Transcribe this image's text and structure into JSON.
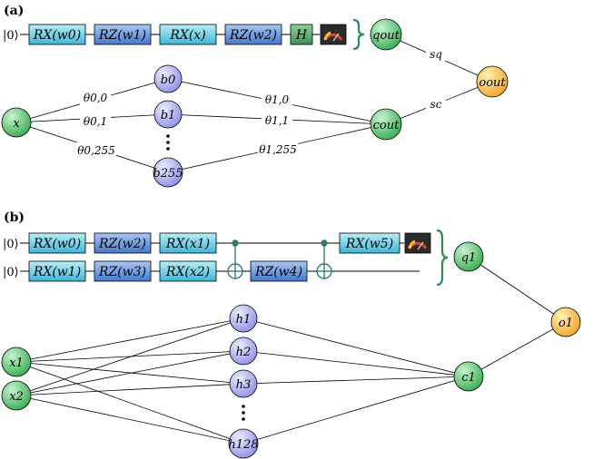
{
  "panel_a": {
    "label": "(a)",
    "ket": "|0⟩",
    "gates": [
      "RX(w0)",
      "RZ(w1)",
      "RX(x)",
      "RZ(w2)",
      "H"
    ],
    "measure": "meter",
    "nodes": {
      "q_out": "qout",
      "o_out": "oout",
      "c_out": "cout",
      "x": "x",
      "b0": "b0",
      "b1": "b1",
      "b255": "b255"
    },
    "edge_labels": {
      "sq": "sq",
      "sc": "sc",
      "t00": "θ0,0",
      "t01": "θ0,1",
      "t0255": "θ0,255",
      "t10": "θ1,0",
      "t11": "θ1,1",
      "t1255": "θ1,255"
    }
  },
  "panel_b": {
    "label": "(b)",
    "ket1": "|0⟩",
    "ket2": "|0⟩",
    "gates_row1": [
      "RX(w0)",
      "RZ(w2)",
      "RX(x1)",
      "RX(w5)"
    ],
    "gates_row2": [
      "RX(w1)",
      "RZ(w3)",
      "RX(x2)",
      "RZ(w4)"
    ],
    "nodes": {
      "q1": "q1",
      "o1": "o1",
      "c1": "c1",
      "x1": "x1",
      "x2": "x2",
      "h1": "h1",
      "h2": "h2",
      "h3": "h3",
      "h128": "h128"
    }
  },
  "colors": {
    "gate_top": "#9fe3ee",
    "gate_bottom": "#3fb6d9",
    "rz_top": "#8fb6ee",
    "rz_bottom": "#4478cc",
    "h_gate": "#5aa96a",
    "green_node": "#4fc06a",
    "blue_node": "#a9a9f0",
    "orange_node": "#f7b733",
    "cnot": "#2f7f5f"
  }
}
